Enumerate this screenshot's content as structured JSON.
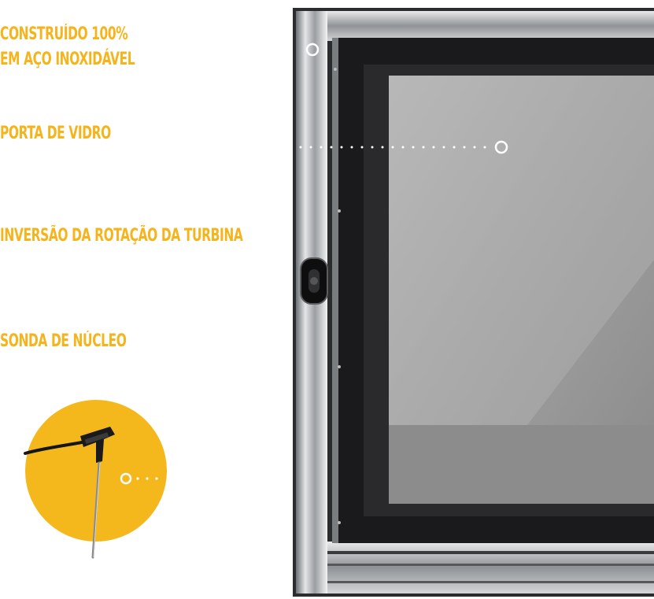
{
  "features": [
    {
      "lines": [
        "CONSTRUÍDO 100%",
        "EM AÇO INOXIDÁVEL"
      ]
    },
    {
      "lines": [
        "PORTA DE VIDRO"
      ]
    },
    {
      "lines": [
        "INVERSÃO DA ROTAÇÃO DA TURBINA"
      ]
    },
    {
      "lines": [
        "SONDA DE NÚCLEO"
      ]
    }
  ],
  "colors": {
    "accent": "#f5b41b",
    "circle": "#f5b81c",
    "steel": "#c9ccd0",
    "glass_dark": "#1b1b1d",
    "glass_light": "#a7a7a7"
  },
  "icons": {
    "probe": "core-probe-icon",
    "marker": "hotspot-marker-icon",
    "handle": "door-handle-icon"
  }
}
